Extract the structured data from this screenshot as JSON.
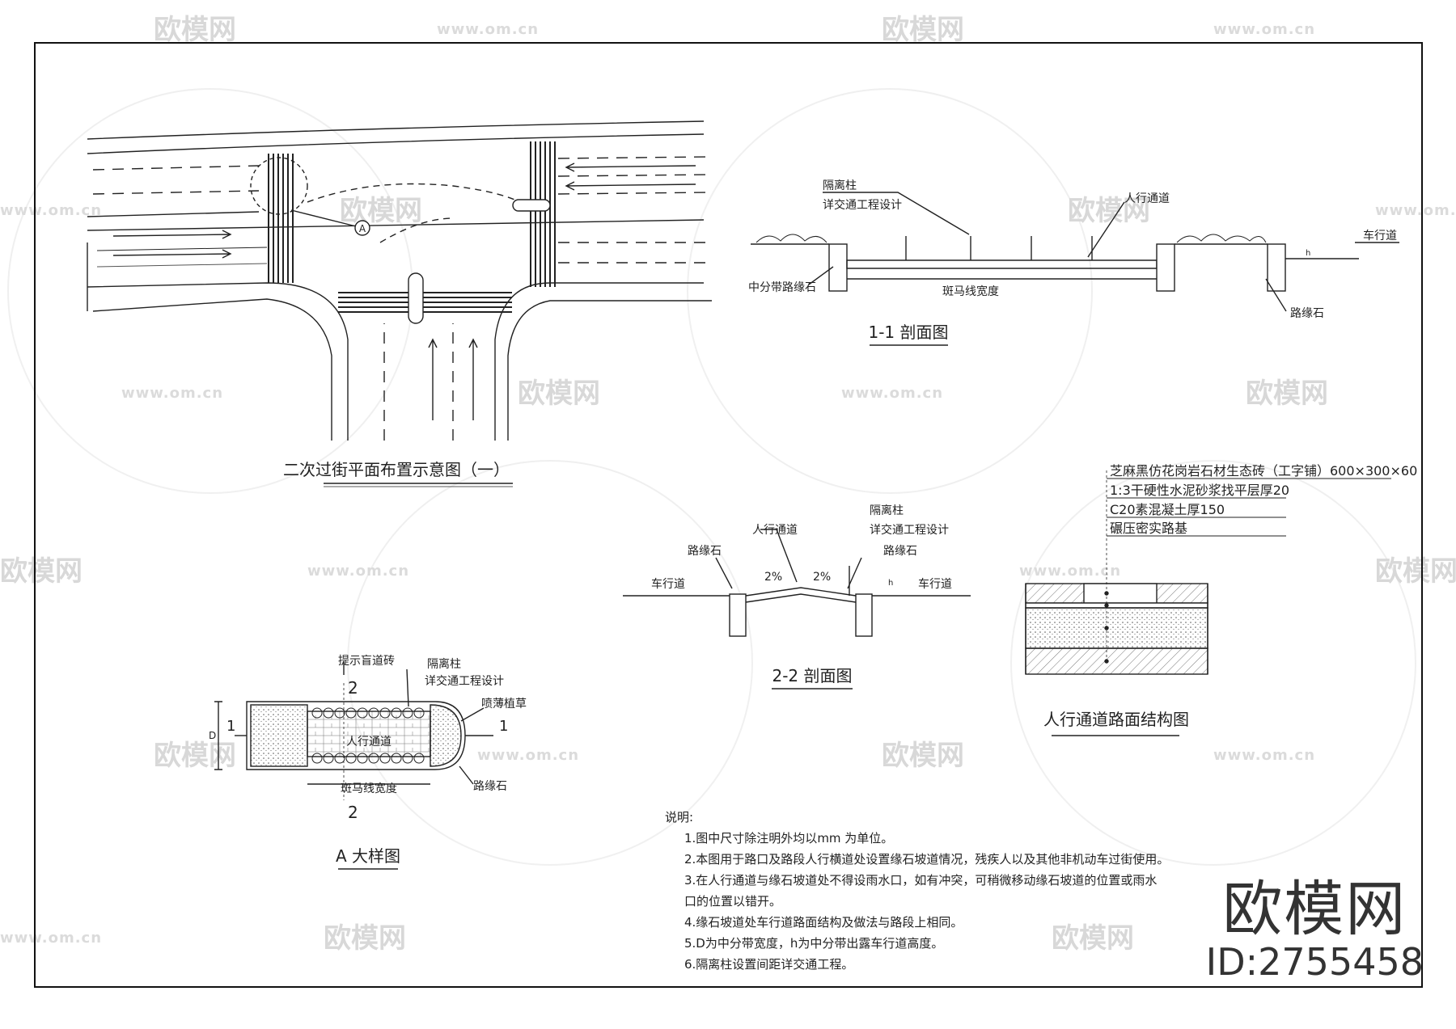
{
  "watermark": {
    "brand": "欧模网",
    "url": "www.om.cn"
  },
  "plan": {
    "title": "二次过街平面布置示意图（一）",
    "callout": "A"
  },
  "section11": {
    "title": "1-1 剖面图",
    "post_label": "隔离柱",
    "post_ref": "详交通工程设计",
    "walkway": "人行通道",
    "roadway": "车行道",
    "median_curb": "中分带路缘石",
    "crossing_width": "斑马线宽度",
    "curb": "路缘石",
    "h": "h"
  },
  "section22": {
    "title": "2-2 剖面图",
    "walkway": "人行通道",
    "post_label": "隔离柱",
    "post_ref": "详交通工程设计",
    "curb_left": "路缘石",
    "curb_right": "路缘石",
    "roadway_left": "车行道",
    "roadway_right": "车行道",
    "slope_left": "2%",
    "slope_right": "2%",
    "h": "h"
  },
  "detailA": {
    "title": "A 大样图",
    "tactile": "提示盲道砖",
    "post_label": "隔离柱",
    "post_ref": "详交通工程设计",
    "grass": "喷薄植草",
    "walkway": "人行通道",
    "crossing_width": "斑马线宽度",
    "curb": "路缘石",
    "cut_top": "2",
    "cut_bottom": "2",
    "cut_left": "1",
    "cut_right": "1",
    "D": "D"
  },
  "pavement": {
    "title": "人行通道路面结构图",
    "layers": [
      "芝麻黑仿花岗岩石材生态砖（工字铺）600×300×60",
      "1:3干硬性水泥砂浆找平层厚20",
      "C20素混凝土厚150",
      "碾压密实路基"
    ]
  },
  "notes": {
    "heading": "说明:",
    "items": [
      "1.图中尺寸除注明外均以mm 为单位。",
      "2.本图用于路口及路段人行横道处设置缘石坡道情况，残疾人以及其他非机动车过街使用。",
      "3.在人行通道与缘石坡道处不得设雨水口，如有冲突，可稍微移动缘石坡道的位置或雨水",
      "口的位置以错开。",
      "4.缘石坡道处车行道路面结构及做法与路段上相同。",
      "5.D为中分带宽度，h为中分带出露车行道高度。",
      "6.隔离柱设置间距详交通工程。"
    ]
  },
  "brand": {
    "logo": "欧模网",
    "id": "ID:2755458"
  }
}
